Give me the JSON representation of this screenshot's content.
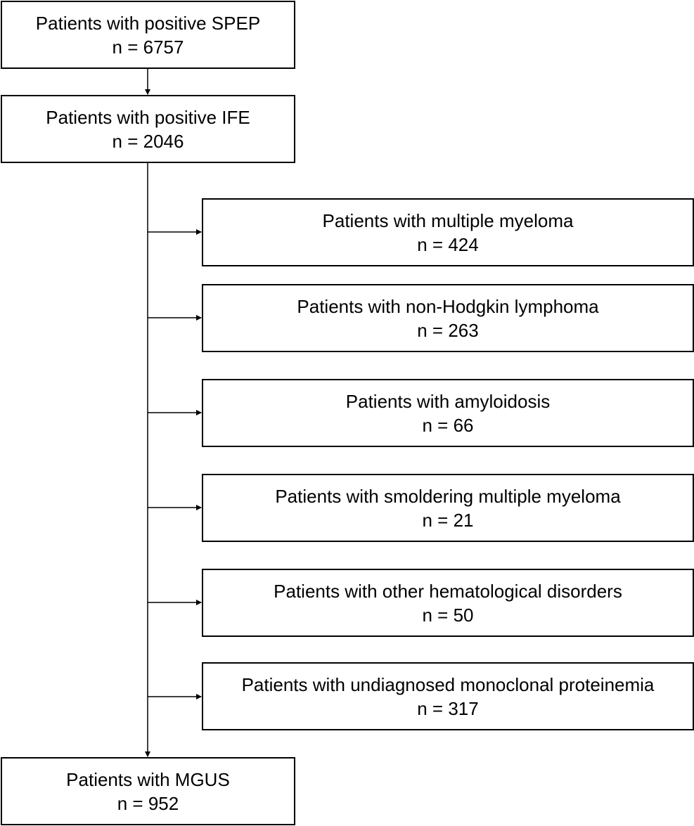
{
  "nodes": {
    "spep": {
      "label": "Patients with positive SPEP",
      "count": "n = 6757"
    },
    "ife": {
      "label": "Patients with positive IFE",
      "count": "n = 2046"
    },
    "multiple_myeloma": {
      "label": "Patients with multiple myeloma",
      "count": "n = 424"
    },
    "non_hodgkin_lymphoma": {
      "label": "Patients with non-Hodgkin lymphoma",
      "count": "n = 263"
    },
    "amyloidosis": {
      "label": "Patients with amyloidosis",
      "count": "n = 66"
    },
    "smoldering_myeloma": {
      "label": "Patients with smoldering multiple myeloma",
      "count": "n = 21"
    },
    "other_hematological": {
      "label": "Patients with other hematological disorders",
      "count": "n = 50"
    },
    "undiagnosed_proteinemia": {
      "label": "Patients with undiagnosed monoclonal proteinemia",
      "count": "n = 317"
    },
    "mgus": {
      "label": "Patients with MGUS",
      "count": "n = 952"
    }
  }
}
